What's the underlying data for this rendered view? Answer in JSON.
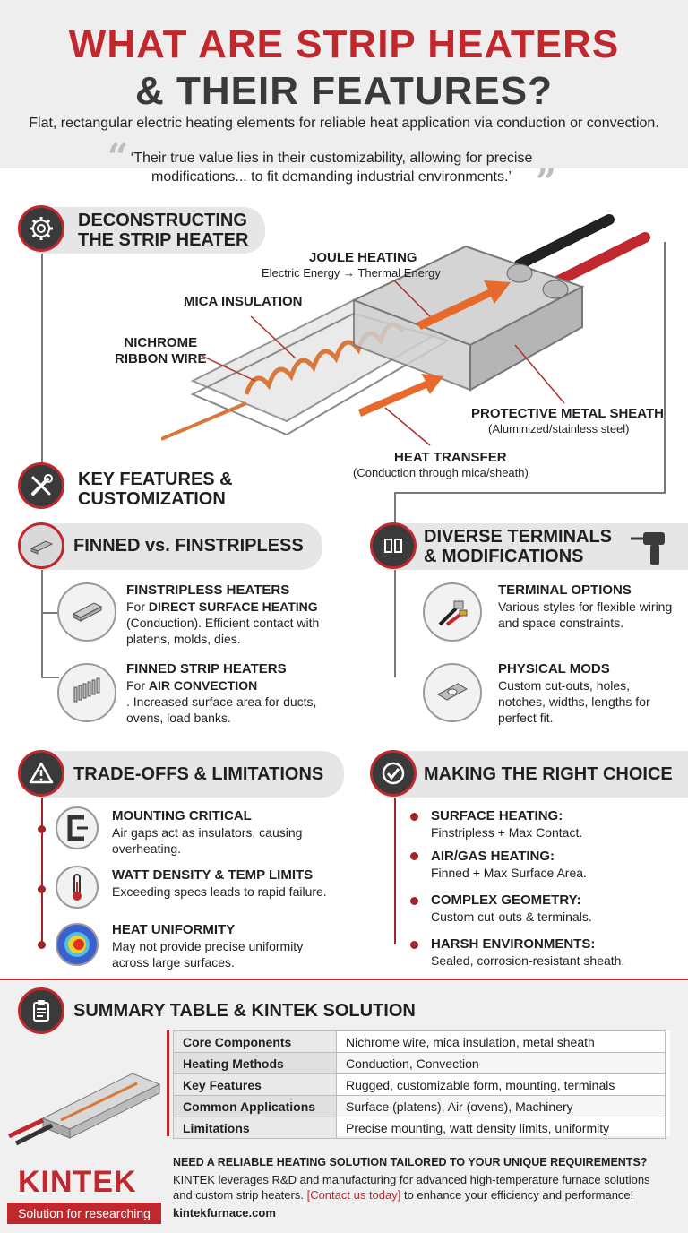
{
  "header": {
    "title_line1": "WHAT ARE STRIP HEATERS",
    "title_line2": "& THEIR FEATURES?",
    "subtitle": "Flat, rectangular electric heating elements for reliable heat application via conduction or convection.",
    "quote_line1": "‘Their true value lies in their customizability, allowing for precise",
    "quote_line2": "modifications... to fit demanding industrial environments.’"
  },
  "deconstruct": {
    "heading_line1": "DECONSTRUCTING",
    "heading_line2": "THE STRIP HEATER",
    "icon": "gear-icon",
    "labels": {
      "joule": "JOULE HEATING",
      "joule_sub": "Electric Energy → Thermal Energy",
      "mica": "MICA INSULATION",
      "nichrome_line1": "NICHROME",
      "nichrome_line2": "RIBBON WIRE",
      "sheath": "PROTECTIVE METAL SHEATH",
      "sheath_sub": "(Aluminized/stainless steel)",
      "transfer": "HEAT TRANSFER",
      "transfer_sub": "(Conduction through mica/sheath)"
    }
  },
  "features": {
    "heading_line1": "KEY FEATURES &",
    "heading_line2": "CUSTOMIZATION",
    "icon": "tools-icon"
  },
  "finned": {
    "heading": "FINNED vs. FINSTRIPLESS",
    "items": [
      {
        "title": "FINSTRIPLESS HEATERS",
        "line1_prefix": "For ",
        "line1_bold": "DIRECT SURFACE HEATING",
        "rest": "(Conduction). Efficient contact with platens, molds, dies.",
        "icon": "flat-strip-icon"
      },
      {
        "title": "FINNED STRIP HEATERS",
        "line1_prefix": "For ",
        "line1_bold": "AIR CONVECTION",
        "rest": ". Increased surface area for ducts, ovens, load banks.",
        "icon": "finned-heater-icon"
      }
    ]
  },
  "terminals": {
    "heading_line1": "DIVERSE TERMINALS",
    "heading_line2": "& MODIFICATIONS",
    "items": [
      {
        "title": "TERMINAL OPTIONS",
        "text": "Various styles for flexible wiring and space constraints.",
        "icon": "terminal-wire-icon"
      },
      {
        "title": "PHYSICAL MODS",
        "text": "Custom cut-outs, holes, notches, widths, lengths for perfect fit.",
        "icon": "plate-hole-icon"
      }
    ]
  },
  "tradeoffs": {
    "heading": "TRADE-OFFS & LIMITATIONS",
    "items": [
      {
        "title": "MOUNTING CRITICAL",
        "text": "Air gaps act as insulators, causing overheating.",
        "icon": "clamp-icon"
      },
      {
        "title": "WATT DENSITY & TEMP LIMITS",
        "text": "Exceeding specs leads to rapid failure.",
        "icon": "thermometer-icon"
      },
      {
        "title": "HEAT UNIFORMITY",
        "text": "May not provide precise uniformity across large surfaces.",
        "icon": "heatmap-icon"
      }
    ]
  },
  "choice": {
    "heading": "MAKING THE RIGHT CHOICE",
    "items": [
      {
        "title": "SURFACE HEATING:",
        "text": "Finstripless + Max Contact."
      },
      {
        "title": "AIR/GAS HEATING:",
        "text": "Finned + Max Surface Area."
      },
      {
        "title": "COMPLEX GEOMETRY:",
        "text": "Custom cut-outs & terminals."
      },
      {
        "title": "HARSH ENVIRONMENTS:",
        "text": "Sealed, corrosion-resistant sheath."
      }
    ]
  },
  "summary": {
    "heading": "SUMMARY TABLE & KINTEK SOLUTION",
    "rows": [
      {
        "k": "Core Components",
        "v": "Nichrome wire, mica insulation, metal sheath"
      },
      {
        "k": "Heating Methods",
        "v": "Conduction, Convection"
      },
      {
        "k": "Key Features",
        "v": "Rugged, customizable form, mounting, terminals"
      },
      {
        "k": "Common Applications",
        "v": "Surface (platens), Air (ovens), Machinery"
      },
      {
        "k": "Limitations",
        "v": "Precise mounting, watt density limits, uniformity"
      }
    ]
  },
  "footer": {
    "logo": "KINTEK",
    "tagline": "Solution for researching",
    "cta_heading": "NEED A RELIABLE HEATING SOLUTION TAILORED TO YOUR UNIQUE REQUIREMENTS?",
    "cta_line1": "KINTEK leverages R&D and manufacturing for advanced high-temperature furnace solutions",
    "cta_line2_a": "and custom strip heaters. ",
    "cta_link": "[Contact us today]",
    "cta_line2_b": " to enhance your efficiency and performance!",
    "url": "kintekfurnace.com"
  },
  "colors": {
    "accent": "#c0282d",
    "dark": "#3a3a3a",
    "panel": "#e6e6e6"
  }
}
